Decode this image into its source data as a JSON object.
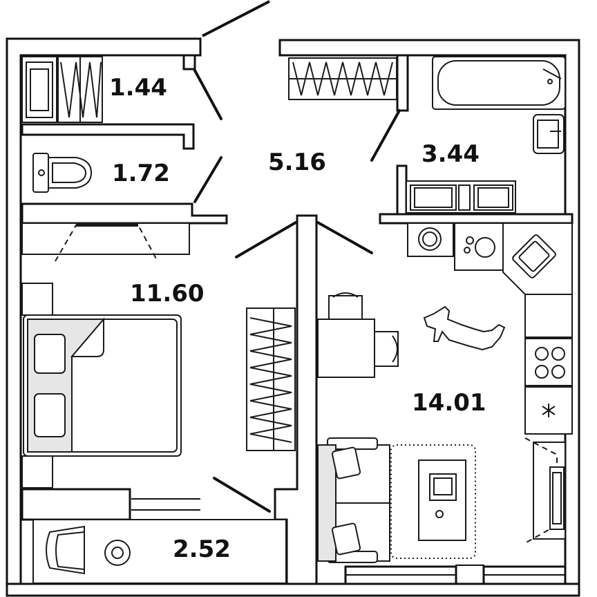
{
  "rooms": [
    {
      "id": "storage",
      "area": "1.44"
    },
    {
      "id": "toilet",
      "area": "1.72"
    },
    {
      "id": "hallway",
      "area": "5.16"
    },
    {
      "id": "bathroom",
      "area": "3.44"
    },
    {
      "id": "bedroom",
      "area": "11.60"
    },
    {
      "id": "living-kitchen",
      "area": "14.01"
    },
    {
      "id": "balcony",
      "area": "2.52"
    }
  ],
  "colors": {
    "wall": "#111111",
    "furniture_line": "#1a1a1a",
    "furniture_fill": "#ffffff",
    "shade": "#e6e6e6"
  }
}
